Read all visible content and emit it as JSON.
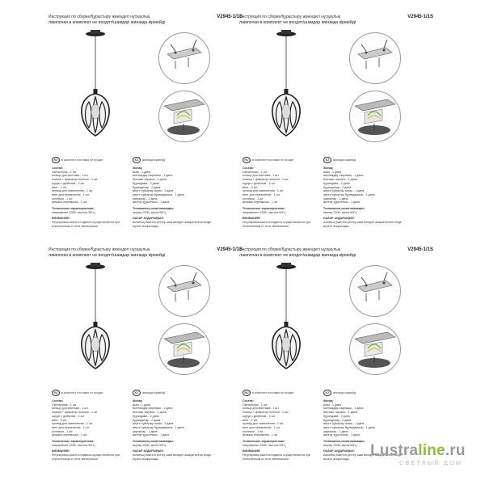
{
  "panels": [
    {
      "title_line": "Инструкция по сборке/Құрастыру жөніндегі нұсқаулық",
      "model": "V2945-1/1S",
      "subtitle": "лампочки в комплект не входят/шамдар жинаққа кірмейді",
      "ru_note": "в комплект поставки не входит",
      "kz_note": "жинаққа кірмейді",
      "ru_heading": "Состав:",
      "kz_heading": "Жинақ:",
      "ru_list": [
        "Светильник - 1 шт.",
        "кольцо для монтажа - 1 шт.",
        "планка + фиксатор потолка - 1 шт.",
        "шуруп с дюбелем - 2 шт.",
        "винт - 2 шт.",
        "провод для заземления - 1 шт.",
        "винт для заземления - 1 шт.",
        "колпачки - 1 шт.",
        "флажок-перемычка - 1 шт."
      ],
      "kz_list": [
        "Шам - 1 дана",
        "монтаждау сақинасы - 1 дана",
        "бекіткіш тақтасы - 1 дана",
        "бұрандама - 2 дана",
        "бұрандалар - 2 дана",
        "жерге тұйықтау сымы - 1 дана",
        "жерге тұйықтау бұрандамасы - 1 дана",
        "қақпақтар - 1 дана",
        "жалғау құрылғысы - 1 дана"
      ],
      "ru_tech": "Технические характеристики:",
      "ru_tech_v": "напряжение 220В, частота 50Гц",
      "kz_tech": "Техникалық сипаттамалары:",
      "kz_tech_v": "кернеу 220В, жиілік 50Гц",
      "ru_warn": "ВНИМАНИЕ!",
      "ru_warn_text": "Регулировка высоты подвеса осуществляется при отключенном от сети светильнике.",
      "kz_warn": "НАЗАР АУДАРЫҢЫЗ!",
      "kz_warn_text": "Аспаның биіктігін реттеу шам желіден ажыратылған кезде жүзеге асырылады."
    }
  ],
  "watermark": {
    "brand_gray": "Lustra",
    "brand_green": "line",
    "brand_tld": ".ru",
    "tagline": "СВЕТЛЫЙ ДОМ"
  },
  "colors": {
    "accent_green": "#8bbf3c",
    "gray": "#9b9b9b"
  }
}
